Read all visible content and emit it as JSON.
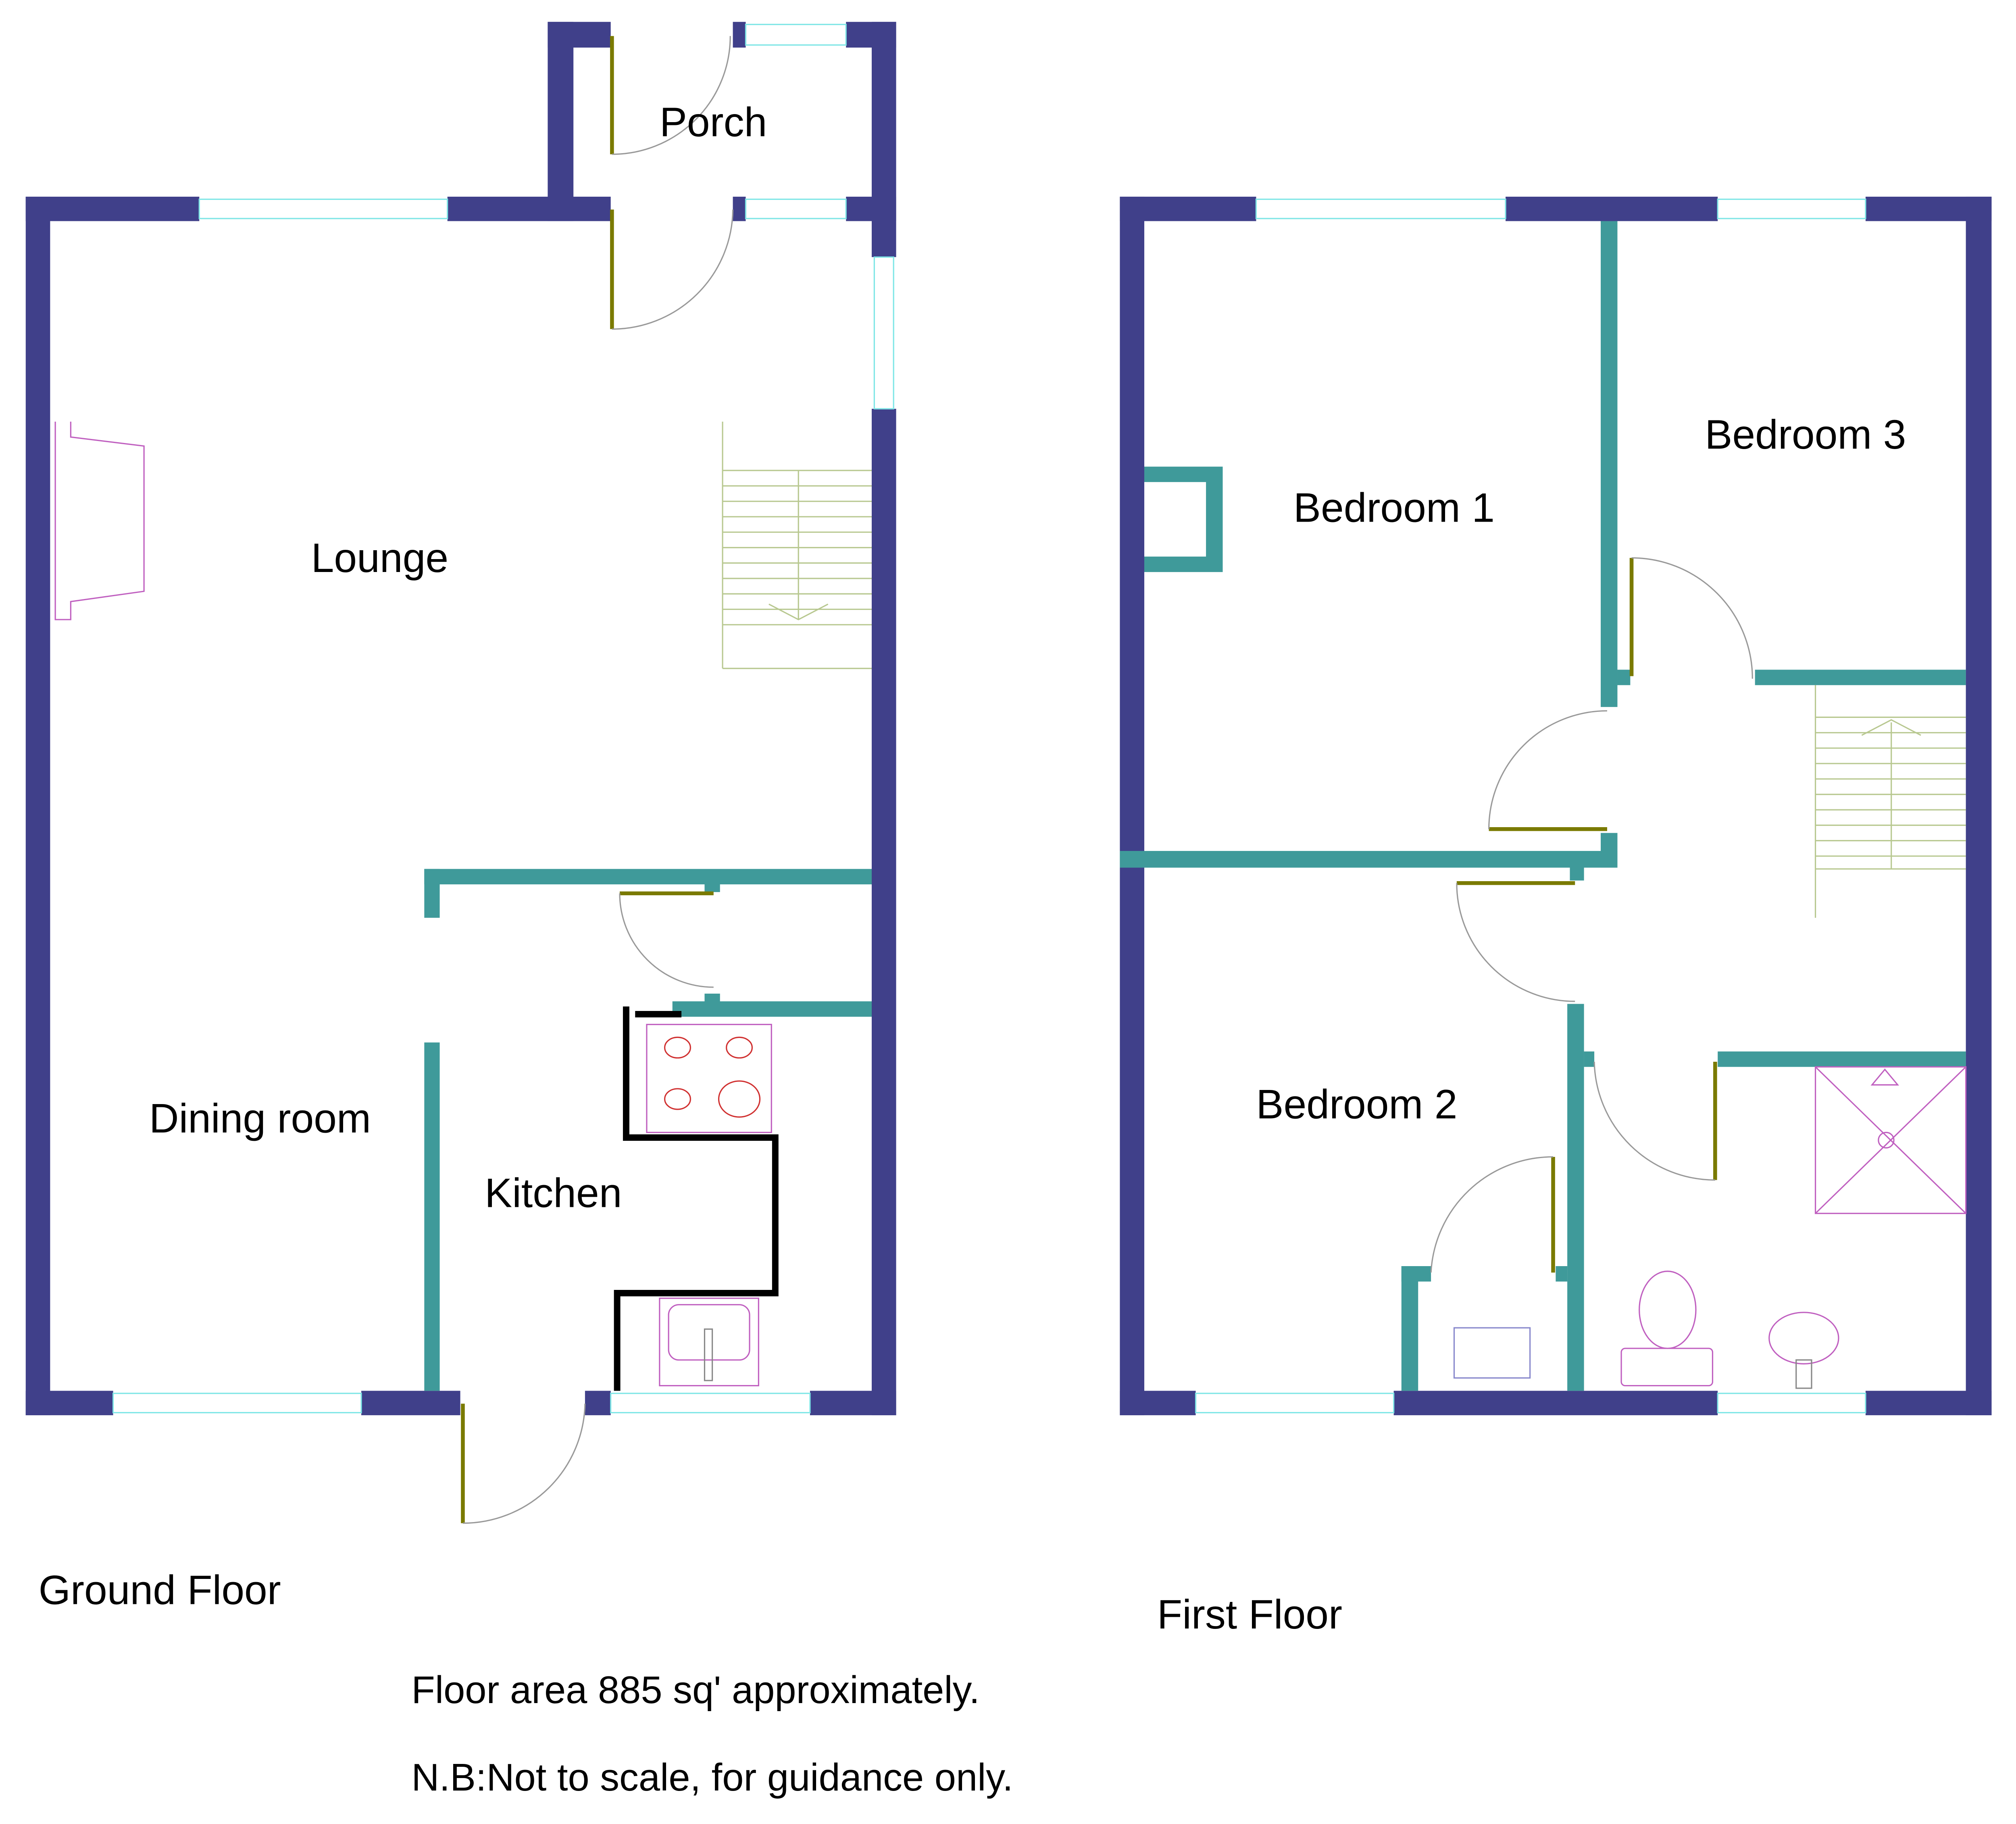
{
  "ground_floor": {
    "title": "Ground Floor",
    "rooms": {
      "porch": "Porch",
      "lounge": "Lounge",
      "dining": "Dining room",
      "kitchen": "Kitchen"
    }
  },
  "first_floor": {
    "title": "First Floor",
    "rooms": {
      "bedroom1": "Bedroom 1",
      "bedroom2": "Bedroom 2",
      "bedroom3": "Bedroom 3"
    }
  },
  "notes": {
    "area": "Floor area 885 sq' approximately.",
    "disclaimer": "N.B:Not to scale, for guidance only."
  },
  "colors": {
    "exterior_wall": "#40408a",
    "interior_wall": "#3f9a9a",
    "window": "#7fe6e6",
    "door_leaf": "#7a7a00"
  }
}
